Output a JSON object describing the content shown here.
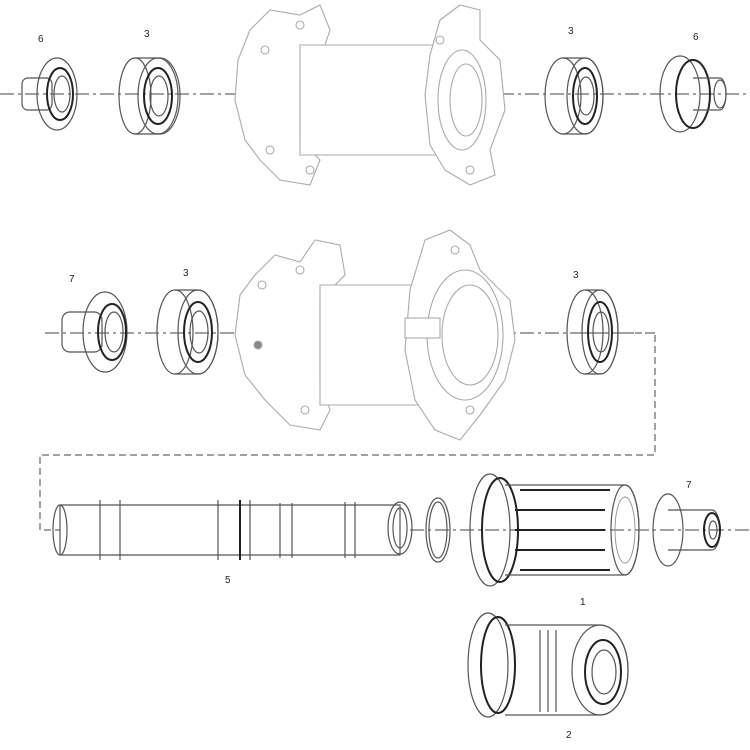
{
  "callouts": {
    "top_left_end_cap": "6",
    "top_left_bearing": "3",
    "top_right_bearing": "3",
    "top_right_end_cap": "6",
    "mid_left_end_cap": "7",
    "mid_left_bearing": "3",
    "mid_right_bearing": "3",
    "freehub_end_cap": "7",
    "axle": "5",
    "freehub_body_a": "1",
    "freehub_body_b": "2"
  },
  "colors": {
    "line": "#555555",
    "hub": "#aaaaaa",
    "bearing": "#222222"
  }
}
